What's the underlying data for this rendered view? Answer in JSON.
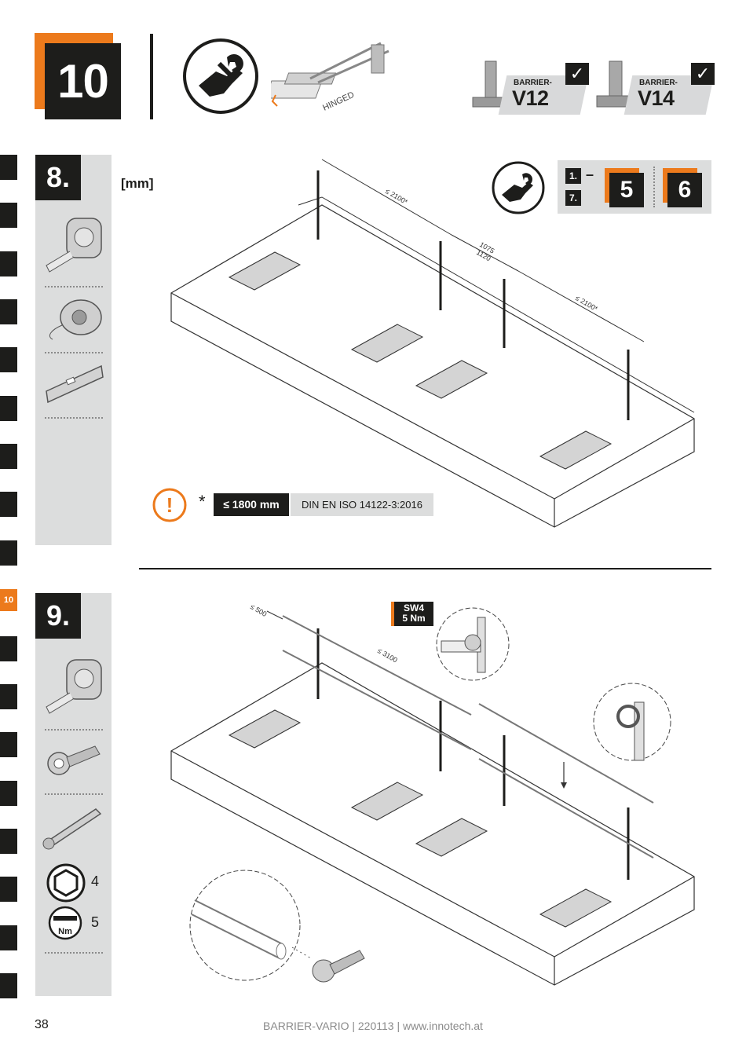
{
  "header": {
    "step_number": "10",
    "hinged_label": "HINGED",
    "badges": [
      {
        "small": "BARRIER-",
        "big": "V12",
        "check": "✓"
      },
      {
        "small": "BARRIER-",
        "big": "V14",
        "check": "✓"
      }
    ]
  },
  "sidebar": {
    "active_tab": "10"
  },
  "step8": {
    "number": "8.",
    "unit_label": "[mm]",
    "dimensions": [
      "≤ 2100*",
      "1075",
      "1120",
      "≤ 2100*"
    ],
    "reference": {
      "from": "1.",
      "to": "7.",
      "dash": "–",
      "steps": [
        "5",
        "6"
      ]
    },
    "warning": {
      "asterisk": "*",
      "limit": "≤ 1800 mm",
      "standard": "DIN EN ISO 14122-3:2016",
      "symbol": "!"
    }
  },
  "step9": {
    "number": "9.",
    "dimensions": [
      "≤ 500",
      "≤ 3100"
    ],
    "torque_label": "SW4",
    "torque_value": "5 Nm",
    "hex_size": "4",
    "torque_nm_icon": "Nm",
    "torque_setting": "5"
  },
  "footer": {
    "page_number": "38",
    "doc_info": "BARRIER-VARIO | 220113 | www.innotech.at"
  },
  "colors": {
    "accent": "#ec7a1c",
    "dark": "#1d1d1b",
    "panel": "#dcdddd"
  }
}
